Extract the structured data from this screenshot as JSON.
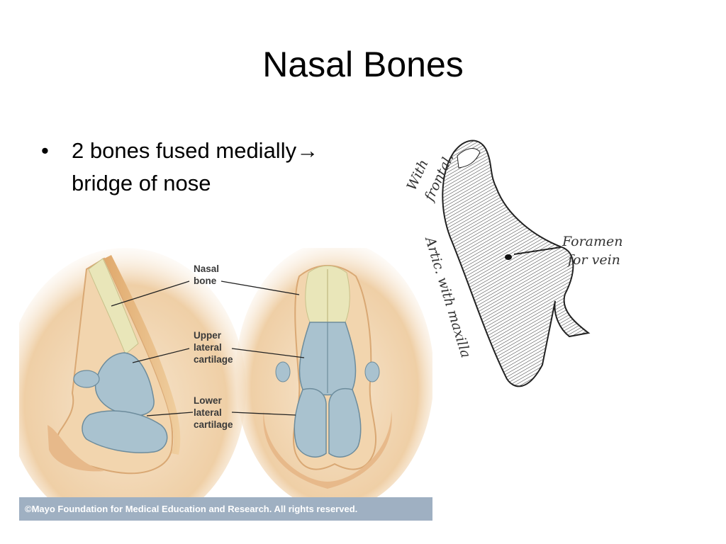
{
  "slide": {
    "title": "Nasal Bones"
  },
  "bullets": [
    {
      "text_before_arrow": "2 bones fused medially",
      "arrow": "→",
      "text_after_arrow": " bridge of nose"
    }
  ],
  "anatomy_figure": {
    "labels": {
      "nasal_bone_line1": "Nasal",
      "nasal_bone_line2": "bone",
      "upper_lateral_line1": "Upper",
      "upper_lateral_line2": "lateral",
      "upper_lateral_line3": "cartilage",
      "lower_lateral_line1": "Lower",
      "lower_lateral_line2": "lateral",
      "lower_lateral_line3": "cartilage"
    },
    "caption": "©Mayo Foundation for Medical Education and Research.  All rights reserved.",
    "colors": {
      "skin": "#e9c39a",
      "bone": "#e6e4b8",
      "cartilage": "#a9c2cf",
      "caption_bar": "#9fb0c2"
    }
  },
  "bone_figure": {
    "labels": {
      "with": "With",
      "frontal": "frontal.",
      "foramen": "Foramen",
      "for_vein": "for vein",
      "artic": "Artic. with maxilla"
    }
  }
}
